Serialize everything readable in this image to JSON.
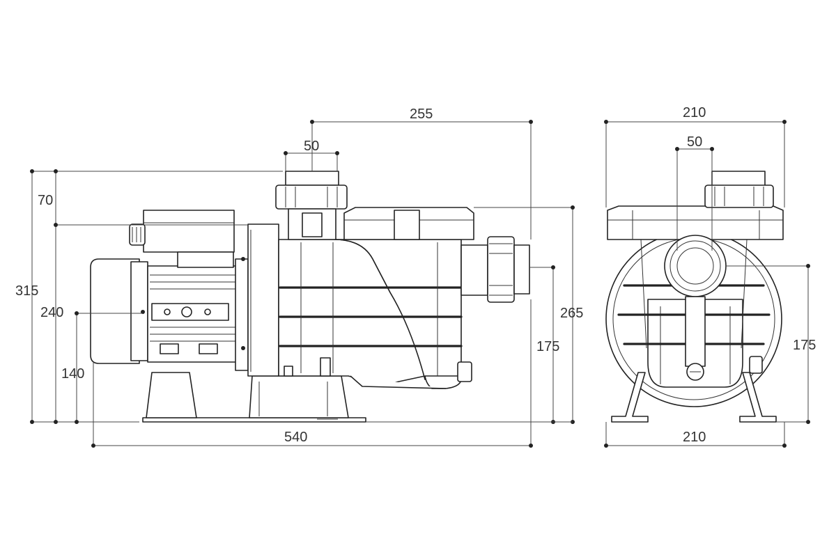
{
  "side_view": {
    "dimensions": {
      "overall_height": "315",
      "motor_body_height": "240",
      "shaft_height": "140",
      "inlet_height": "70",
      "total_length": "540",
      "outlet_offset": "255",
      "inlet_diameter": "50",
      "basket_height": "265",
      "outlet_height": "175"
    }
  },
  "front_view": {
    "dimensions": {
      "top_width": "210",
      "inlet_diameter": "50",
      "outlet_height": "175",
      "base_width": "210"
    }
  }
}
